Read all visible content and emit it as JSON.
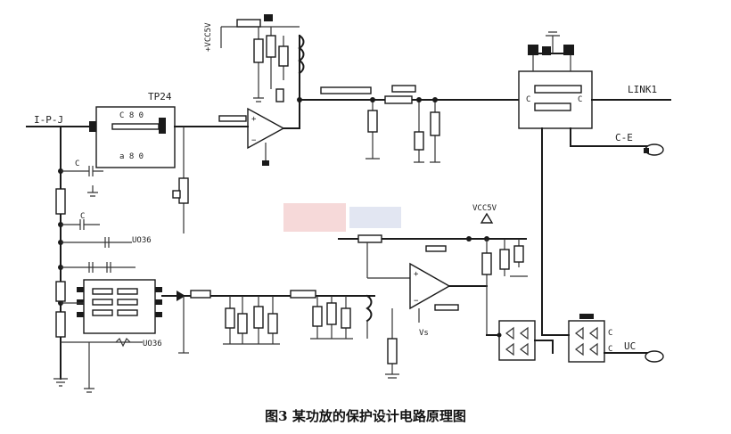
{
  "labels": {
    "input": "I-P-J",
    "ic_top": "TP24",
    "ic_top_inner1": "C 8 0",
    "ic_top_inner2": "a 8 0",
    "vcc_top": "+VCC5V",
    "output": "LINK1",
    "ce": "C-E",
    "ic_low": "UO36",
    "ic_low2": "UO36",
    "vcc_mid": "VCC5V",
    "uc": "UC"
  },
  "caption": "图3 某功放的保护设计电路原理图",
  "colors": {
    "ink": "#1a1a1a",
    "background": "#ffffff",
    "watermark_red": "#f2c9c9",
    "watermark_blue": "#cfd6ea"
  }
}
